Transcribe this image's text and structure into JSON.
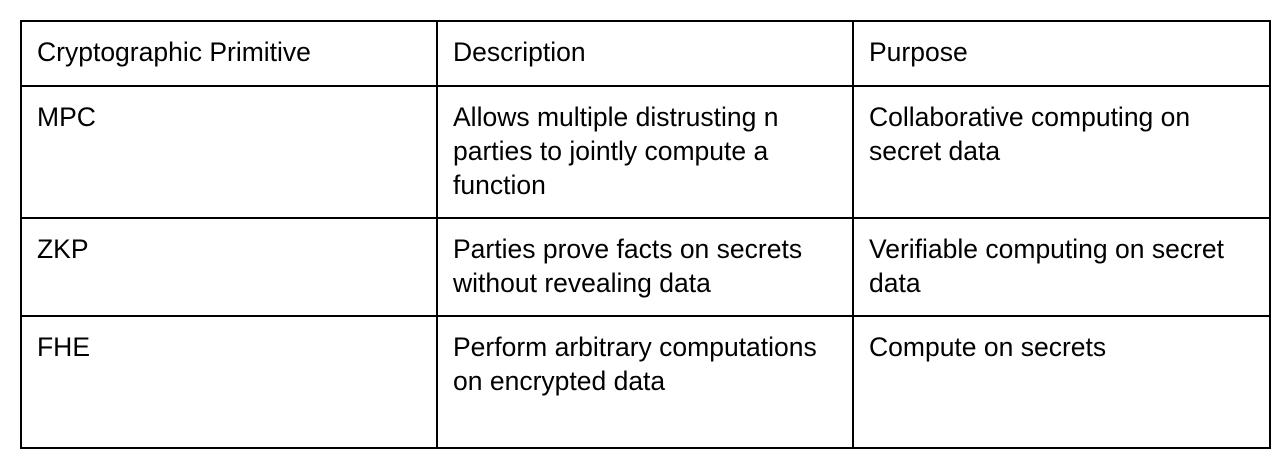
{
  "table": {
    "headers": [
      "Cryptographic Primitive",
      "Description",
      "Purpose"
    ],
    "rows": [
      [
        "MPC",
        "Allows multiple distrusting n parties to jointly compute a function",
        "Collaborative computing on secret data"
      ],
      [
        "ZKP",
        "Parties prove facts on secrets without revealing data",
        "Verifiable computing on secret data"
      ],
      [
        "FHE",
        "Perform arbitrary computations on encrypted data",
        "Compute on secrets"
      ]
    ]
  }
}
